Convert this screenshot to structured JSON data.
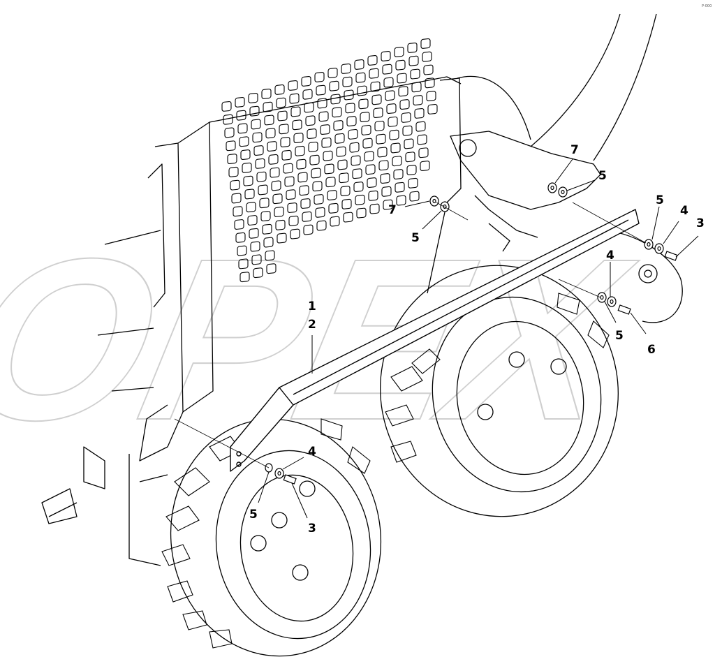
{
  "diagram": {
    "watermark_text": "OPEX",
    "corner_mark": "P-000",
    "callouts": [
      {
        "id": "c-1",
        "label": "1"
      },
      {
        "id": "c-2",
        "label": "2"
      },
      {
        "id": "c-3a",
        "label": "3"
      },
      {
        "id": "c-3b",
        "label": "3"
      },
      {
        "id": "c-4a",
        "label": "4"
      },
      {
        "id": "c-4b",
        "label": "4"
      },
      {
        "id": "c-4c",
        "label": "4"
      },
      {
        "id": "c-5a",
        "label": "5"
      },
      {
        "id": "c-5b",
        "label": "5"
      },
      {
        "id": "c-5c",
        "label": "5"
      },
      {
        "id": "c-5d",
        "label": "5"
      },
      {
        "id": "c-5e",
        "label": "5"
      },
      {
        "id": "c-6",
        "label": "6"
      },
      {
        "id": "c-7a",
        "label": "7"
      },
      {
        "id": "c-7b",
        "label": "7"
      }
    ]
  }
}
